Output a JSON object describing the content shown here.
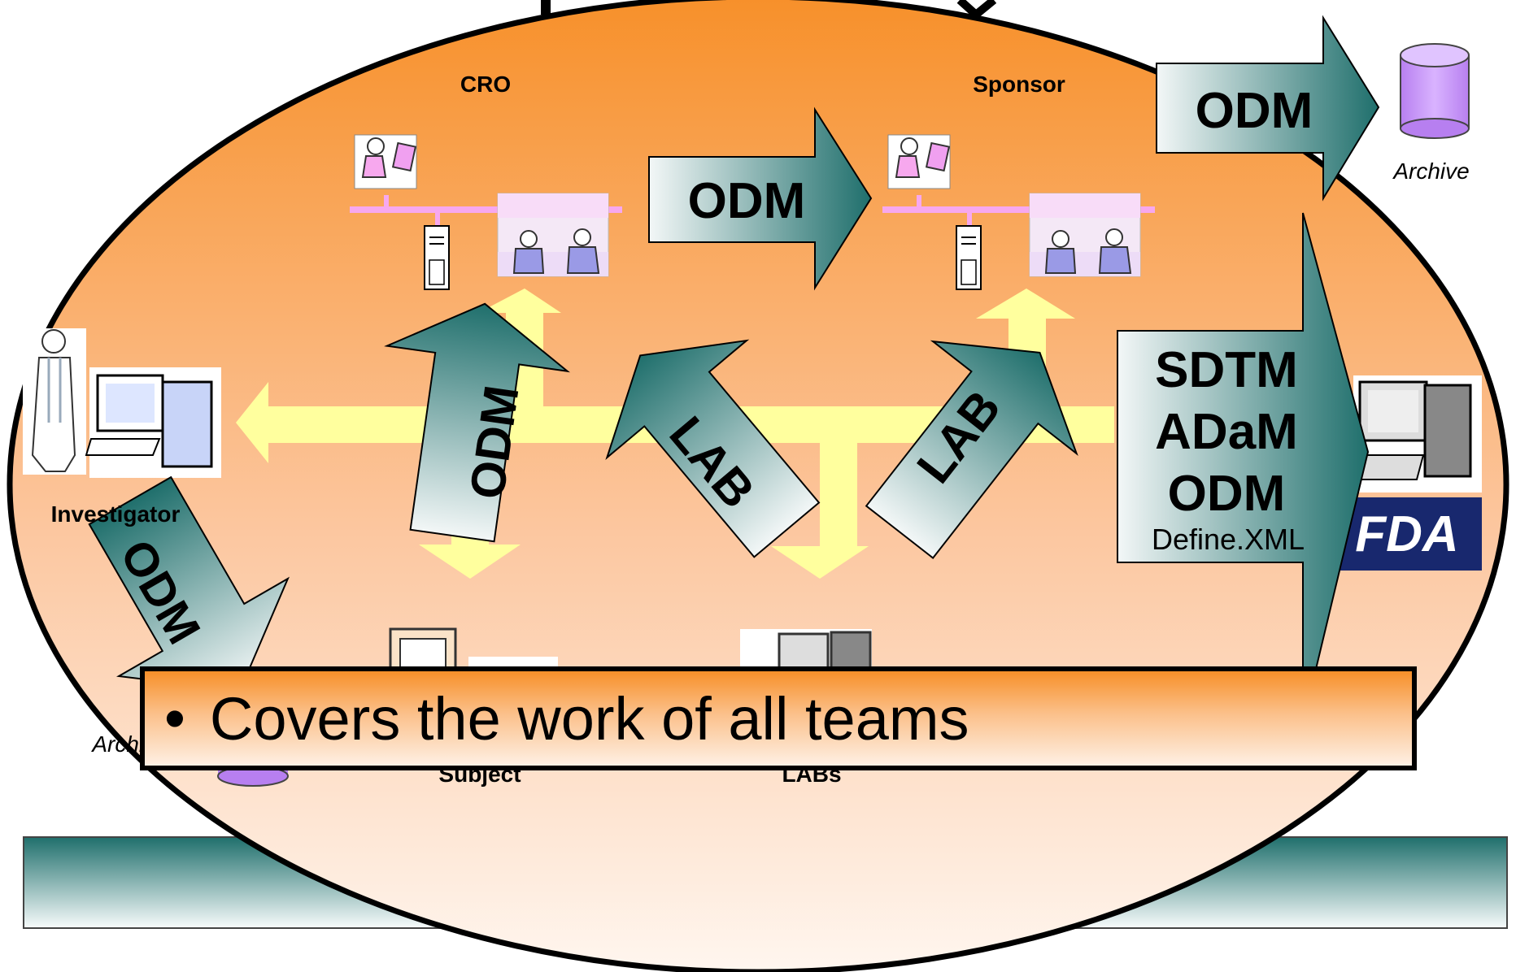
{
  "nodes": {
    "cro": "CRO",
    "sponsor": "Sponsor",
    "archive_top": "Archive",
    "investigator": "Investigator",
    "subject": "Subject",
    "labs": "LABs",
    "archive_bottom": "Archive"
  },
  "flows": {
    "cro_to_sponsor": "ODM",
    "sponsor_to_archive": "ODM",
    "investigator_to_cro": "ODM",
    "cro_lab": "LAB",
    "sponsor_lab": "LAB",
    "investigator_to_archive": "ODM"
  },
  "submission": {
    "line1": "SDTM",
    "line2": "ADaM",
    "line3": "ODM",
    "line4": "Define.XML"
  },
  "callout": {
    "bullet": "•",
    "text": "Covers the work of all teams"
  },
  "colors": {
    "ellipse_top": "#f7902a",
    "ellipse_bottom": "#fff6ef",
    "arrow_dark": "#1f6f6c",
    "arrow_light": "#f3f7f7",
    "network": "#f7a8ee",
    "yellow_flow": "#ffff9e",
    "archive_cylinder": "#cc99ff"
  }
}
